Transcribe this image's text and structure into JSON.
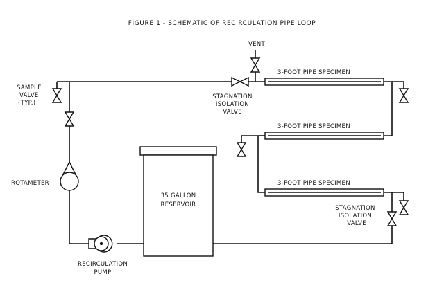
{
  "title": "FIGURE 1 - SCHEMATIC OF RECIRCULATION PIPE LOOP",
  "labels": {
    "vent": "VENT",
    "sample_valve": [
      "SAMPLE",
      "VALVE",
      "(TYP.)"
    ],
    "stagnation_top": [
      "STAGNATION",
      "ISOLATION",
      "VALVE"
    ],
    "stagnation_bottom": [
      "STAGNATION",
      "ISOLATION",
      "VALVE"
    ],
    "rotameter": "ROTAMETER",
    "pump": [
      "RECIRCULATION",
      "PUMP"
    ],
    "reservoir": [
      "35 GALLON",
      "RESERVOIR"
    ],
    "specimens": [
      "3-FOOT PIPE SPECIMEN",
      "3-FOOT PIPE SPECIMEN",
      "3-FOOT PIPE SPECIMEN"
    ]
  }
}
